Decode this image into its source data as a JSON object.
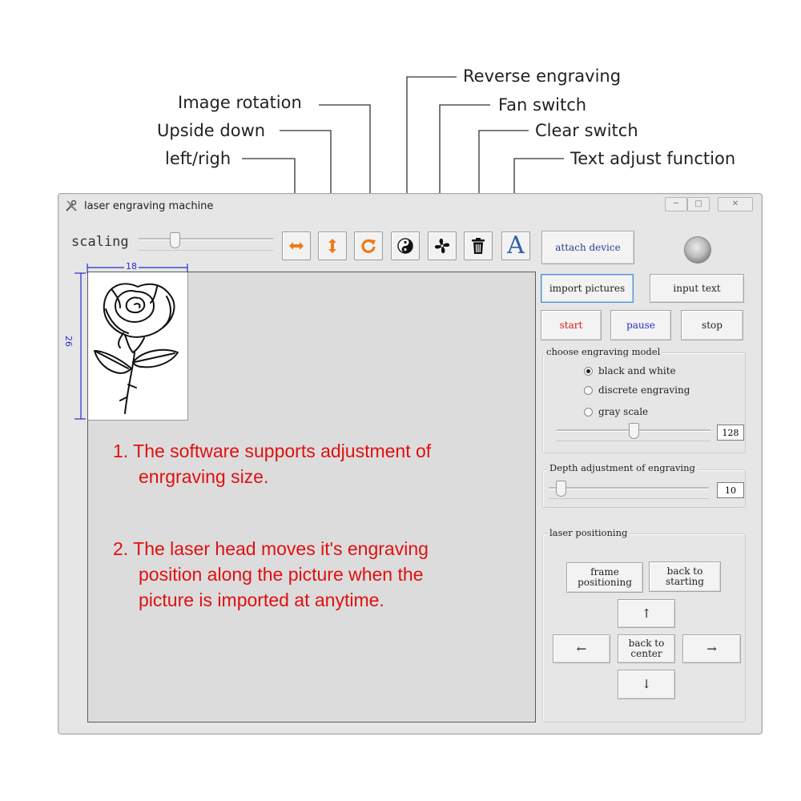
{
  "callouts": {
    "reverse_engraving": "Reverse engraving",
    "image_rotation": "Image rotation",
    "fan_switch": "Fan switch",
    "upside_down": "Upside down",
    "clear_switch": "Clear switch",
    "left_right": "left/righ",
    "text_adjust": "Text adjust function"
  },
  "window": {
    "title": "laser engraving machine",
    "scaling_label": "scaling",
    "scaling_level": 0.25
  },
  "toolbar": {
    "icons": [
      "left-right-icon",
      "upside-down-icon",
      "rotate-icon",
      "reverse-icon",
      "fan-icon",
      "trash-icon",
      "text-icon"
    ],
    "text_glyph": "A",
    "accent_orange": "#f07a16"
  },
  "canvas": {
    "width_label": "18",
    "height_label": "26",
    "notes": [
      {
        "line1": "1. The software supports adjustment of",
        "line2": "enrgraving size."
      },
      {
        "line1": "2. The laser head moves it's engraving",
        "line2": "position along the picture when the",
        "line3": "picture is imported at anytime."
      }
    ],
    "note_color": "#e01010"
  },
  "buttons": {
    "attach_device": "attach device",
    "import_pictures": "import pictures",
    "input_text": "input text",
    "start": "start",
    "pause": "pause",
    "stop": "stop"
  },
  "engraving_model": {
    "title": "choose engraving model",
    "options": [
      "black and white",
      "discrete engraving",
      "gray scale"
    ],
    "selected": "black and white",
    "gray_value": "128",
    "gray_level": 0.5
  },
  "depth": {
    "title": "Depth adjustment of engraving",
    "value": "10",
    "level": 0.05
  },
  "positioning": {
    "title": "laser positioning",
    "frame_line1": "frame",
    "frame_line2": "positioning",
    "back_start_line1": "back to",
    "back_start_line2": "starting",
    "up": "↑",
    "left": "←",
    "right": "→",
    "down": "↓",
    "center_line1": "back to",
    "center_line2": "center"
  }
}
